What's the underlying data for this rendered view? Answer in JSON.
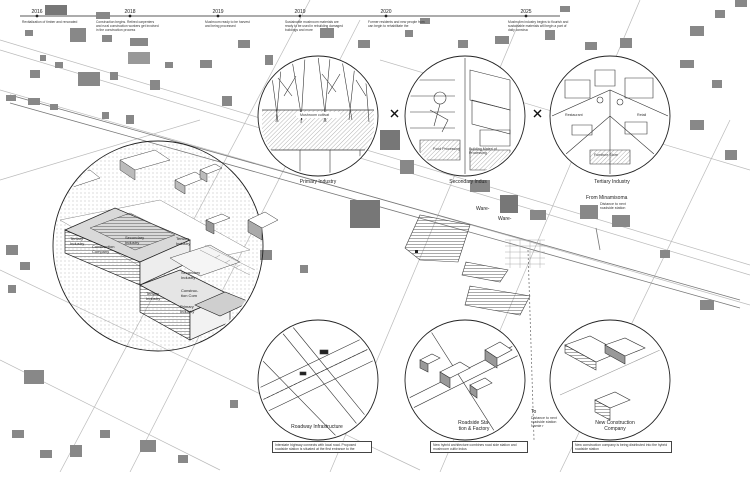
{
  "timeline": [
    {
      "year": "2016",
      "text": "Revitalization of timber and renovated"
    },
    {
      "year": "2018",
      "text": "Construction begins. Retired carpenters and rural construction workers get involved in the construction process"
    },
    {
      "year": "2019",
      "text": "Mushroom ready to be harvest and being processed"
    },
    {
      "year": "2019",
      "text": "Sustainable mushroom materials are ready to be used in rebuilding damaged buildings and more"
    },
    {
      "year": "2020",
      "text": "Former residents and new people from can begin to rehabilitate the"
    },
    {
      "year": "2025",
      "text": "Mushroom industry begins to flourish and sustainable materials will begin a part of daily construc"
    }
  ],
  "circles": {
    "primary": {
      "title": "Primary Industry",
      "inner": "Mushroom cultivat"
    },
    "secondary": {
      "title": "Secondary Indus",
      "inner_a": "Food Processing",
      "inner_b": "Building Materi of Processing"
    },
    "tertiary": {
      "title": "Tertiary Industry",
      "inner_a": "Restaurant",
      "inner_b": "Retail",
      "inner_c": "Furniture Store"
    },
    "roadway": {
      "title": "Roadway Infrastructure",
      "note": "Interstate highway connects with local road. Proposed roadside station is situated at the first entrance to the"
    },
    "roadside": {
      "title": "Roadside Sta- tion & Factory",
      "note": "New hybrid architecture combines road side station and mushroom cultiv indus"
    },
    "newco": {
      "title": "New Construction Company",
      "note": "New construction company is being distributed into the hybrid roadside station"
    }
  },
  "big_circle": {
    "tertiary_a": "Tertiary Industry",
    "construction": "Construction Company",
    "secondary": "Secondary Industry",
    "tertiary_b": "Tertiary Industry",
    "secondary_b": "Secondary Industry",
    "construction_b": "Construc- tion Com",
    "tertiary_c": "Tertiary Industry",
    "primary": "Primary Industry"
  },
  "map_labels": {
    "ware_a": "Ware-",
    "ware_b": "Ware-",
    "from": "From Minamisoma",
    "from_note": "Distance to next roadside station",
    "to": "To",
    "to_note": "Distance to next roadside station Namie r"
  }
}
